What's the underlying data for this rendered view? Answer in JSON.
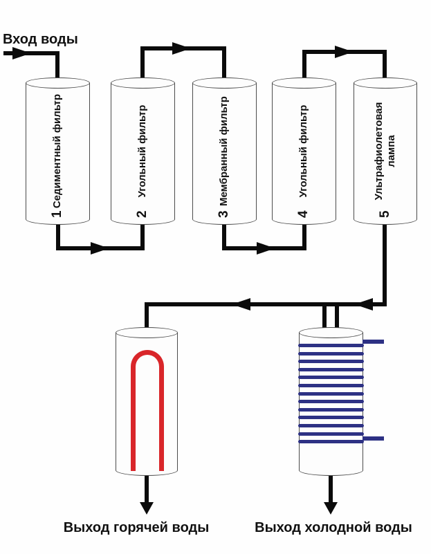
{
  "diagram": {
    "title": "Вход воды",
    "inlet_label": "Вход воды",
    "filters": [
      {
        "number": "1",
        "name": "Седиментный фильтр"
      },
      {
        "number": "2",
        "name": "Угольный фильтр"
      },
      {
        "number": "3",
        "name": "Мембранный фильтр"
      },
      {
        "number": "4",
        "name": "Угольный фильтр"
      },
      {
        "number": "5",
        "name": "Ультрафиолетовая\nлампа"
      }
    ],
    "hot_outlet_label": "Выход горячей воды",
    "cold_outlet_label": "Выход холодной воды",
    "colors": {
      "pipe": "#0b0b0b",
      "heater_element": "#d9262a",
      "cooler_coil": "#2d3184",
      "cylinder_outline": "#4a4a4a"
    },
    "cooler_coil_stripe_count": 13
  }
}
